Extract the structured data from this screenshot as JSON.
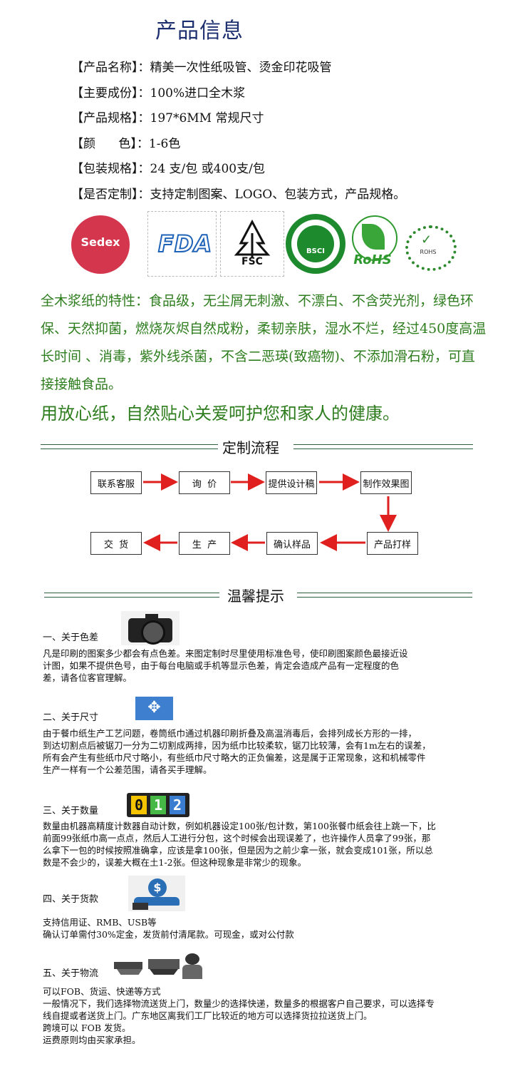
{
  "title": "产品信息",
  "info": [
    {
      "label": "【产品名称】",
      "value": "：精美一次性纸吸管、烫金印花吸管"
    },
    {
      "label": "【主要成份】",
      "value": "：100%进口全木浆"
    },
    {
      "label": "【产品规格】",
      "value": "：197*6MM 常规尺寸"
    },
    {
      "label": "【颜      色】",
      "value": "：1-6色"
    },
    {
      "label": "【包装规格】",
      "value": "：24 支/包 或400支/包"
    },
    {
      "label": "【是否定制】",
      "value": "：支持定制图案、LOGO、包装方式，产品规格。"
    }
  ],
  "logos": {
    "sedex": "Sedex",
    "fda": "FDA",
    "fsc": "FSC",
    "bsci": "BSCI",
    "rohs_leaf": "RoHS",
    "rohs": "ROHS"
  },
  "features": [
    "全木浆纸的特性：食品级，无尘屑无刺激、不漂白、不含荧光剂，绿色环",
    "保、天然抑菌，燃烧灰烬自然成粉，柔韧亲肤，湿水不烂，经过450度高温",
    "长时间 、消毒，紫外线杀菌，不含二恶瑛(致癌物)、不添加滑石粉，可直",
    "接接触食品。"
  ],
  "slogan": "用放心纸，自然贴心关爱呵护您和家人的健康。",
  "process": {
    "title": "定制流程",
    "steps": [
      "联系客服",
      "询  价",
      "提供设计稿",
      "制作效果图",
      "产品打样",
      "确认样品",
      "生  产",
      "交  货"
    ]
  },
  "tips": {
    "title": "温馨提示",
    "items": [
      {
        "heading": "一、关于色差",
        "icon": "camera-icon",
        "body": [
          "凡是印刷的图案多少都会有点色差。来图定制时尽里使用标准色号，使印刷图案颜色最接近设",
          "计图，如果不提供色号，由于每台电脑或手机等显示色差，肯定会造成产品有一定程度的色",
          "差，请各位客官理解。"
        ]
      },
      {
        "heading": "二、关于尺寸",
        "icon": "move-arrows-icon",
        "body": [
          "由于餐巾纸生产工艺问题，卷筒纸巾通过机器印刷折叠及高温消毒后，会排列成长方形的一排，",
          "到达切割点后被锯刀一分为二切割成两排，因为纸巾比较柔软，锯刀比较薄，会有1m左右的误差，",
          "所有会产生有些纸巾尺寸略小，有些纸巾尺寸略大的正负偏差，这是属于正常现象，这和机械零件",
          "生产一样有一个公差范围，请各买手理解。"
        ]
      },
      {
        "heading": "三、关于数量",
        "icon": "counter-icon",
        "counter": "012",
        "body": [
          "数量由机器高精度计数器自动计数，例如机器设定100张/包计数，第100张餐巾纸会往上跳一下，比",
          "前面99张纸巾高一点点，然后人工进行分包，这个时候会出现误差了，也许操作人员拿了99张，那",
          "么拿下一包的时候按照准确拿，应该是拿100张，但是因为之前少拿一张，就会变成101张，所以总",
          "数是不会少的，误差大概在土1-2张。但这种现象是非常少的现象。"
        ]
      },
      {
        "heading": "四、关于货款",
        "icon": "money-hand-icon",
        "body": [
          "支持信用证、RMB、USB等",
          "确认订单需付30%定金，发货前付清尾款。可现金，或对公付款"
        ]
      },
      {
        "heading": "五、关于物流",
        "icon": "shipping-icon",
        "body": [
          "可以FOB、货运、快递等方式",
          "一般情况下，我们选择物流送货上门，数量少的选择快递，数量多的根据客户自己要求，可以选择专",
          "线自提或者送货上门。广东地区离我们工厂比较近的地方可以选择货拉拉送货上门。",
          "跨境可以 FOB 发货。",
          "运费原则均由买家承担。"
        ]
      }
    ]
  },
  "colors": {
    "title": "#1d2f6f",
    "green": "#2e7d1e",
    "arrow": "#e0201e"
  }
}
